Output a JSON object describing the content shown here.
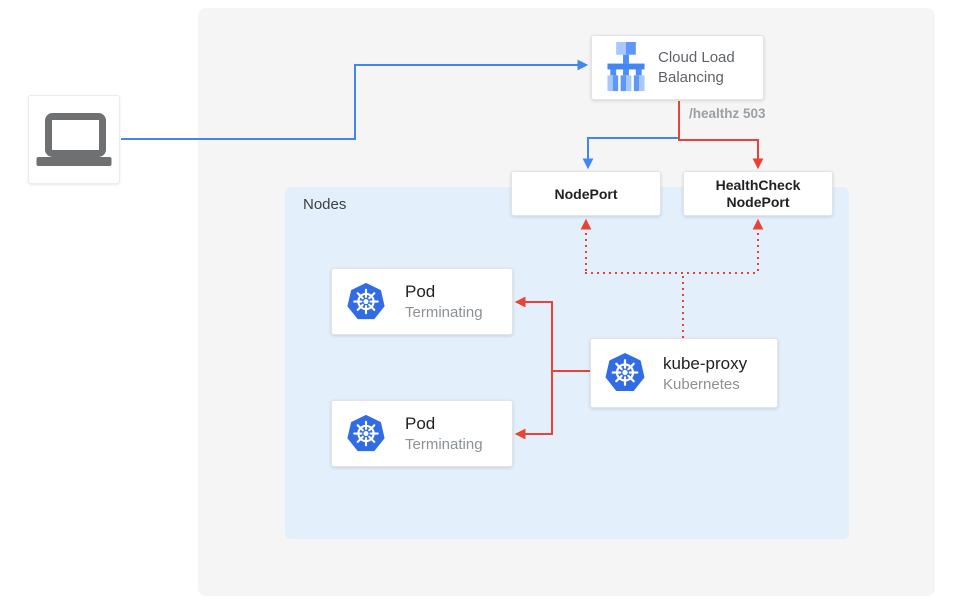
{
  "diagram": {
    "nodes_panel": {
      "label": "Nodes"
    },
    "client": {
      "icon": "laptop-icon"
    },
    "cloud_load_balancing": {
      "label": "Cloud Load Balancing",
      "icon": "cloud-load-balancing-icon"
    },
    "healthz_label": "/healthz 503",
    "nodeport": {
      "label": "NodePort"
    },
    "healthcheck_nodeport": {
      "label": "HealthCheck NodePort"
    },
    "pods": [
      {
        "title": "Pod",
        "status": "Terminating",
        "icon": "kubernetes-icon"
      },
      {
        "title": "Pod",
        "status": "Terminating",
        "icon": "kubernetes-icon"
      }
    ],
    "kube_proxy": {
      "title": "kube-proxy",
      "subtitle": "Kubernetes",
      "icon": "kubernetes-icon"
    },
    "colors": {
      "traffic_blue": "#4285f4",
      "health_red": "#ea4335",
      "outer_panel_gray": "#f5f5f5",
      "nodes_panel_blue": "#e3f0fc",
      "kubernetes_blue": "#326ce5",
      "lb_icon_light_blue": "#a6c8fa",
      "lb_icon_mid_blue": "#5e97f6",
      "laptop_gray": "#6e7072",
      "text_dark": "#202124",
      "text_gray": "#8c9196"
    }
  }
}
